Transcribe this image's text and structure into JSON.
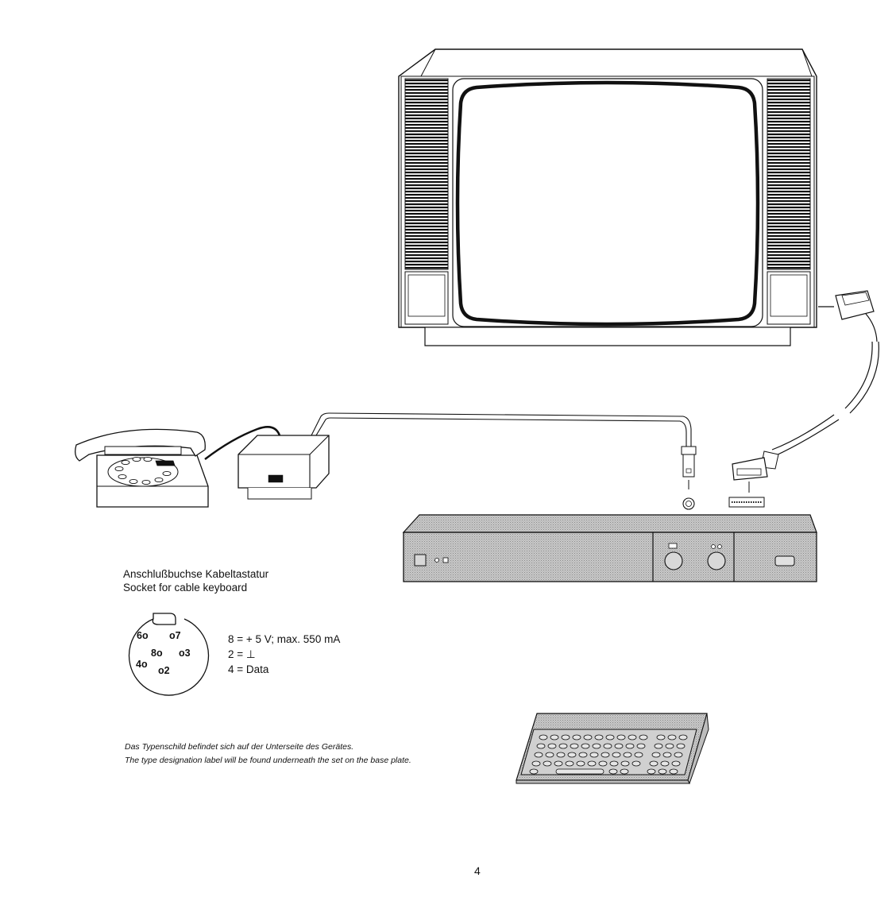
{
  "socket_caption": {
    "german": "Anschlußbuchse Kabeltastatur",
    "english": "Socket for cable keyboard"
  },
  "pins": {
    "p6": "6o",
    "p7": "o7",
    "p8": "8o",
    "p3": "o3",
    "p4": "4o",
    "p2": "o2"
  },
  "pin_legend": [
    "8 = + 5 V; max. 550 mA",
    "2 = ⊥",
    "4 = Data"
  ],
  "type_label_note": {
    "german": "Das Typenschild befindet sich auf der Unterseite des Gerätes.",
    "english": "The type designation label will be found underneath the set on the base plate."
  },
  "page_number": "4"
}
